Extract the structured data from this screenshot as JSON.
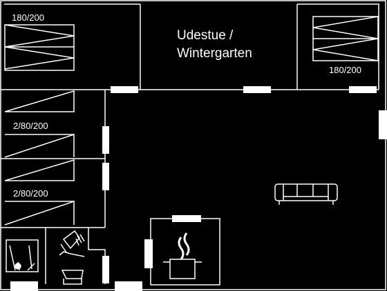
{
  "title": "Udestue /",
  "title_line2": "Wintergarten",
  "labels": {
    "bed_top_left": "180/200",
    "bed_top_right": "180/200",
    "bunk_upper": "2/80/200",
    "bunk_lower": "2/80/200"
  },
  "icons": [
    "double-bed-icon",
    "bunk-bed-icon",
    "sofa-icon",
    "cooking-pot-icon",
    "shower-icon",
    "toilet-icon",
    "sink-icon",
    "door-gap-icon"
  ],
  "colors": {
    "background": "#000000",
    "lines": "#ffffff"
  }
}
